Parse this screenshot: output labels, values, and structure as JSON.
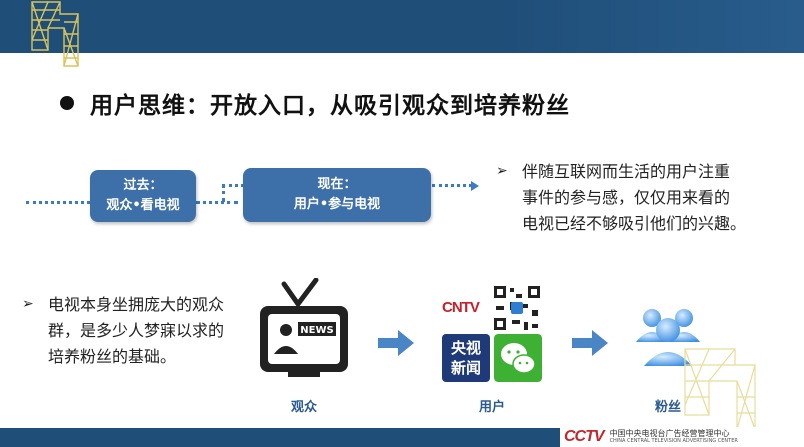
{
  "slide": {
    "title": "用户思维：开放入口，从吸引观众到培养粉丝",
    "past_box": {
      "line1": "过去：",
      "line2": "观众•看电视"
    },
    "now_box": {
      "line1": "现在：",
      "line2": "用户•参与电视"
    },
    "right_text": [
      "伴随互联网而生活的用户注重",
      "事件的参与感，仅仅用来看的",
      "电视已经不够吸引他们的兴趣。"
    ],
    "left_text": [
      "电视本身坐拥庞大的观众",
      "群，是多少人梦寐以求的",
      "培养粉丝的基础。"
    ],
    "bullet_mark": "➢",
    "tv_label": "NEWS",
    "cntv_label": "CNTV",
    "yangshi_label": [
      "央视",
      "新闻"
    ],
    "captions": {
      "audience": "观众",
      "user": "用户",
      "fans": "粉丝"
    },
    "footer": {
      "cctv": "CCTV",
      "cn": "中国中央电视台广告经营管理中心",
      "en": "CHINA CENTRAL TELEVISION ADVERTISING CENTER"
    }
  },
  "colors": {
    "bar": "#1f4e79",
    "box": "#3d6fa8",
    "accent": "#3a7cc2",
    "caption": "#2a5a8f",
    "cctv_red": "#c0282d"
  }
}
